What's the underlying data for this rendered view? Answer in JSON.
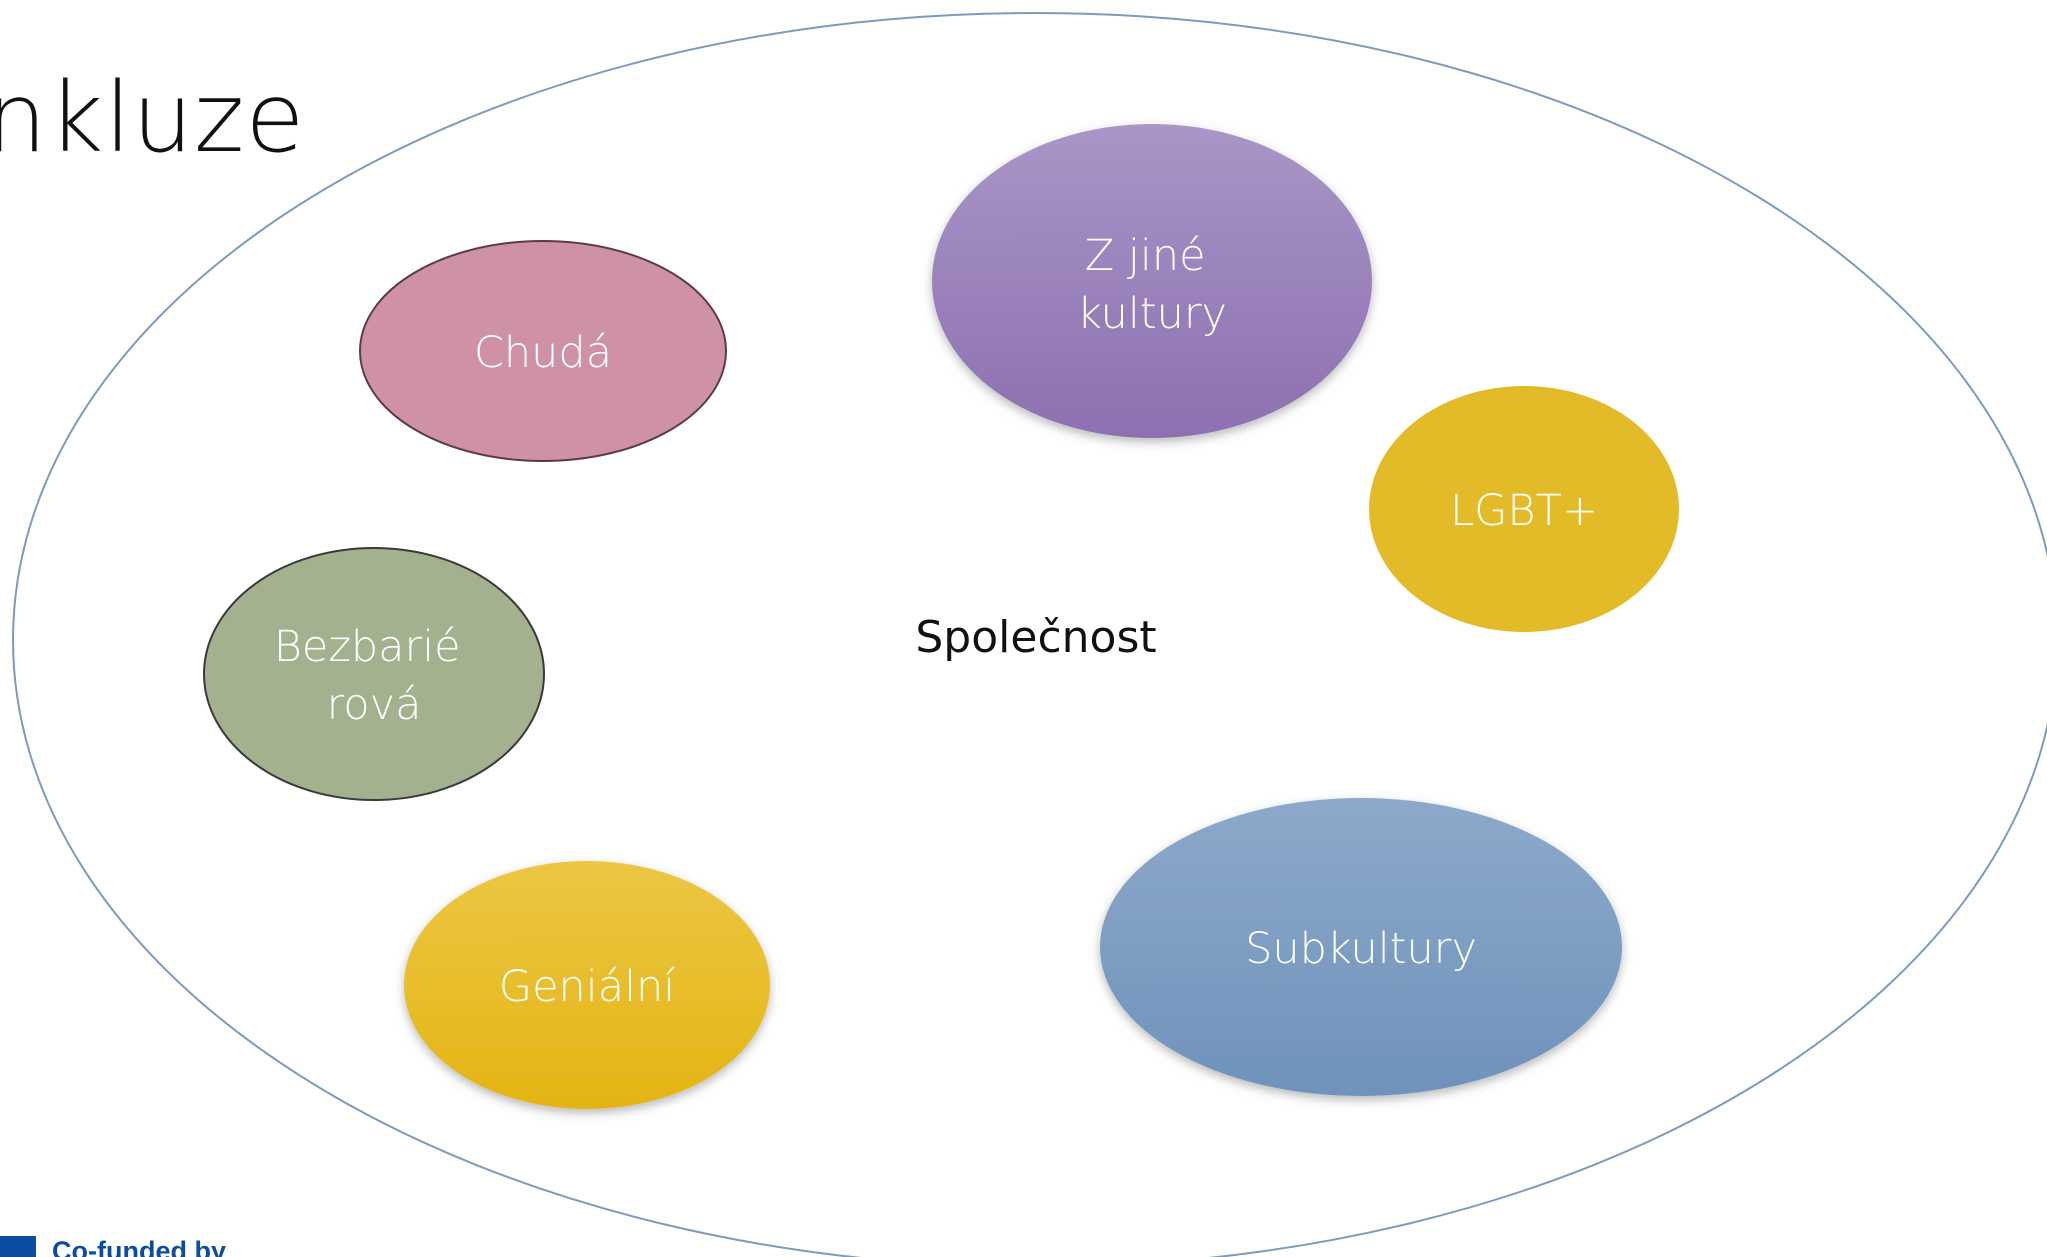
{
  "slide": {
    "title": "nkluze",
    "footer_text": "Co-funded by"
  },
  "diagram": {
    "outer_label": "Společnost",
    "outer_stroke": "#7e9bbd",
    "bubbles": [
      {
        "id": "chuda",
        "lines": [
          "Chudá"
        ],
        "fill": "#cf91a5",
        "stroke": "#5a3d44"
      },
      {
        "id": "z-jine-kultury",
        "lines": [
          "Z jiné",
          "kultury"
        ],
        "fill_top": "#a995c7",
        "fill_bottom": "#8d70b0"
      },
      {
        "id": "lgbt",
        "lines": [
          "LGBT+"
        ],
        "fill": "#e3ba27"
      },
      {
        "id": "bezbarierova",
        "lines": [
          "Bezbarié",
          "rová"
        ],
        "fill": "#a3b18f",
        "stroke": "#3a3a3a"
      },
      {
        "id": "genialni",
        "lines": [
          "Geniální"
        ],
        "fill_top": "#ecc744",
        "fill_bottom": "#e4b414"
      },
      {
        "id": "subkultury",
        "lines": [
          "Subkultury"
        ],
        "fill_top": "#8ca9ca",
        "fill_bottom": "#6f92bb"
      }
    ]
  }
}
